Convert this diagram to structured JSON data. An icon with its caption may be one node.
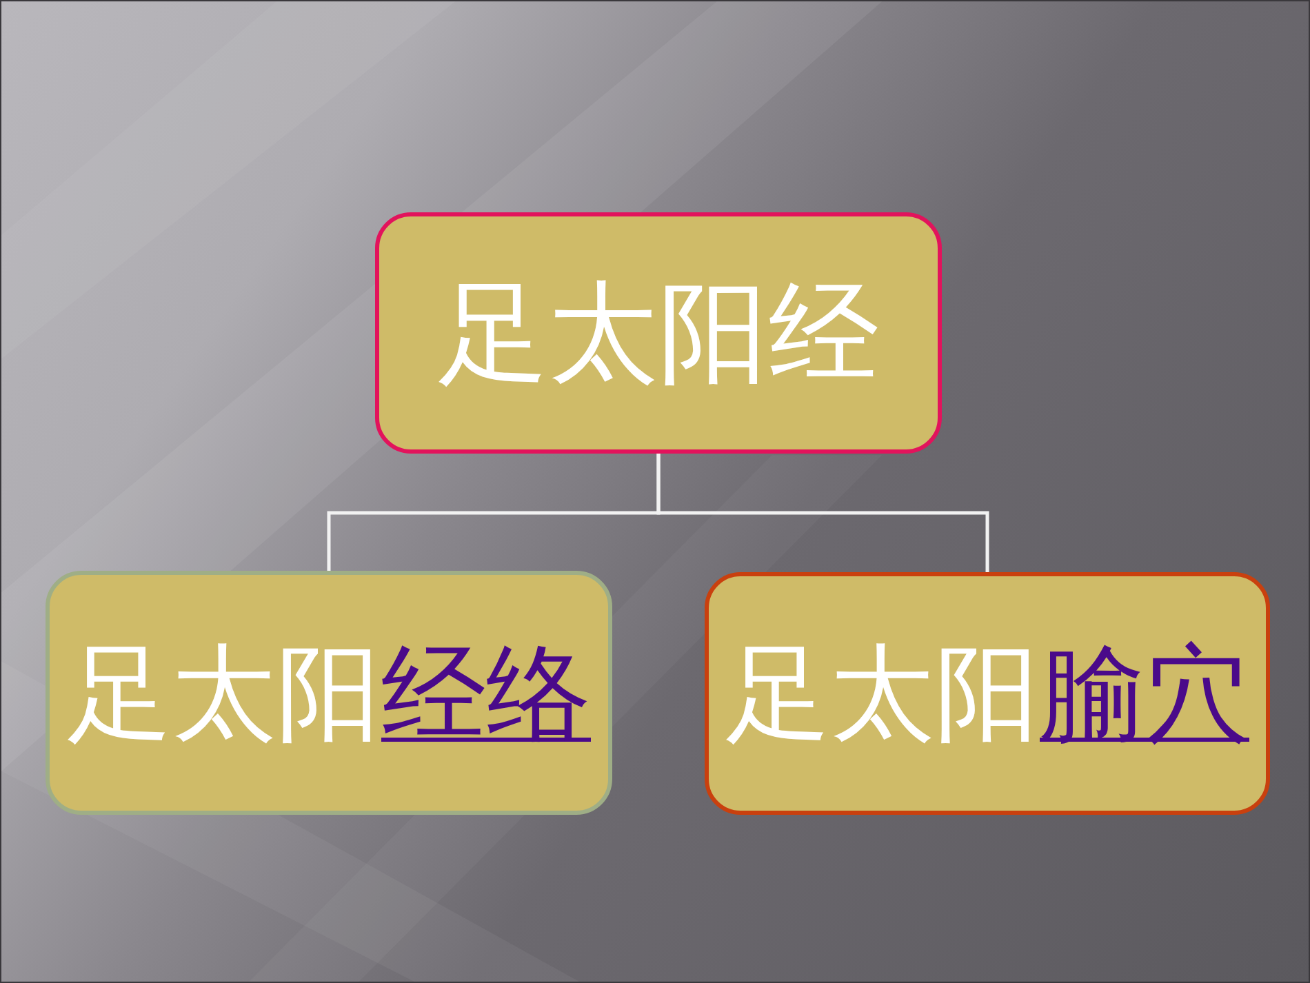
{
  "diagram": {
    "nodes": [
      {
        "text": [
          "足太阳经"
        ]
      },
      {
        "text": [
          "足太阳",
          "经络"
        ]
      },
      {
        "text": [
          "足太阳",
          "腧穴"
        ]
      }
    ],
    "edges": [
      {
        "from": 0,
        "to": 1,
        "arrow": "none"
      },
      {
        "from": 0,
        "to": 2,
        "arrow": "none"
      }
    ]
  }
}
